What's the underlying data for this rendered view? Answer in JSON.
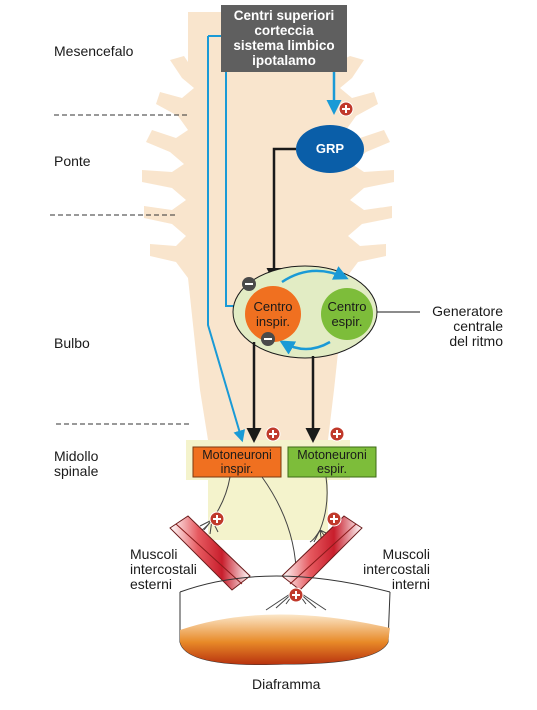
{
  "regions": {
    "mesencefalo": "Mesencefalo",
    "ponte": "Ponte",
    "bulbo": "Bulbo",
    "midollo": [
      "Midollo",
      "spinale"
    ]
  },
  "higher_centers": [
    "Centri superiori",
    "corteccia",
    "sistema limbico",
    "ipotalamo"
  ],
  "grp": "GRP",
  "center_inspiratory": [
    "Centro",
    "inspir."
  ],
  "center_expiratory": [
    "Centro",
    "espir."
  ],
  "generator": [
    "Generatore",
    "centrale",
    "del ritmo"
  ],
  "motoneurons_inspiratory": [
    "Motoneuroni",
    "inspir."
  ],
  "motoneurons_expiratory": [
    "Motoneuroni",
    "espir."
  ],
  "muscles_external": [
    "Muscoli",
    "intercostali",
    "esterni"
  ],
  "muscles_internal": [
    "Muscoli",
    "intercostali",
    "interni"
  ],
  "diaphragm": "Diaframma",
  "colors": {
    "brainstem": "#f9e5cd",
    "spinal_cord": "#f4f3cc",
    "higher_centers_box": "#5f5f5f",
    "grp": "#0a5ea8",
    "generator_ellipse": "#e2ecc4",
    "inspiratory": "#f07020",
    "expiratory": "#7dbd3a",
    "cyan_arrow": "#1a9ad6",
    "muscle": "#d62b38",
    "sign_badge": "#c0392b"
  }
}
